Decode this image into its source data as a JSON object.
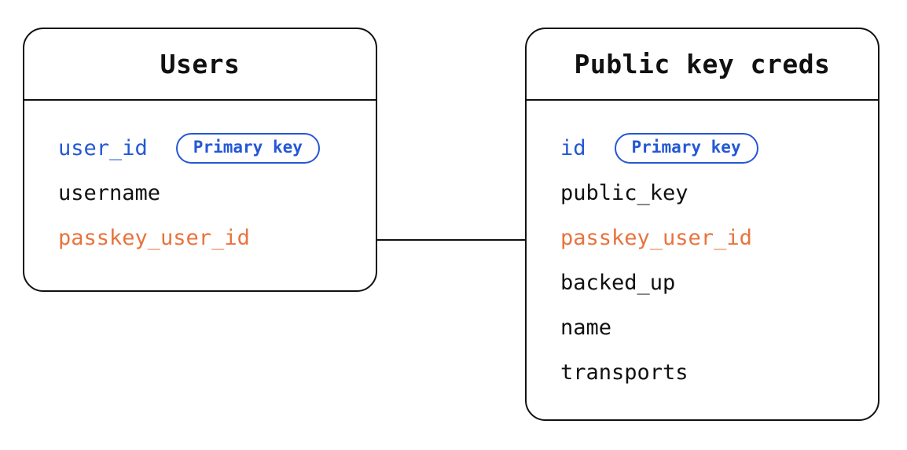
{
  "diagram_type": "entity-relationship",
  "colors": {
    "primary_key": "#2557d6",
    "foreign_key": "#e8733d",
    "field_text": "#111111",
    "border": "#111111",
    "background": "#ffffff"
  },
  "tables": [
    {
      "title": "Users",
      "fields": [
        {
          "name": "user_id",
          "role": "primary",
          "badge": "Primary key"
        },
        {
          "name": "username",
          "role": "normal"
        },
        {
          "name": "passkey_user_id",
          "role": "foreign"
        }
      ]
    },
    {
      "title": "Public key creds",
      "fields": [
        {
          "name": "id",
          "role": "primary",
          "badge": "Primary key"
        },
        {
          "name": "public_key",
          "role": "normal"
        },
        {
          "name": "passkey_user_id",
          "role": "foreign"
        },
        {
          "name": "backed_up",
          "role": "normal"
        },
        {
          "name": "name",
          "role": "normal"
        },
        {
          "name": "transports",
          "role": "normal"
        }
      ]
    }
  ],
  "relationship": {
    "from_table": "Users",
    "from_field": "passkey_user_id",
    "to_table": "Public key creds",
    "to_field": "passkey_user_id"
  }
}
